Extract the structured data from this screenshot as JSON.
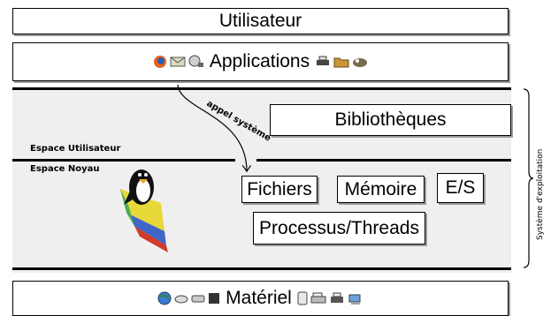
{
  "layers": {
    "user": "Utilisateur",
    "applications": "Applications",
    "libraries": "Bibliothèques",
    "files": "Fichiers",
    "memory": "Mémoire",
    "io": "E/S",
    "processes": "Processus/Threads",
    "hardware": "Matériel"
  },
  "spaces": {
    "user_space": "Espace Utilisateur",
    "kernel_space": "Espace Noyau"
  },
  "syscall_label": "appel système",
  "os_label": "Système d'exploitation",
  "icons": {
    "applications_left": [
      "firefox-icon",
      "mail-icon",
      "media-player-icon"
    ],
    "applications_right": [
      "printer-icon",
      "folder-icon",
      "gimp-icon"
    ],
    "hardware_left": [
      "globe-icon",
      "disk-icon",
      "drive-icon",
      "chip-icon"
    ],
    "hardware_right": [
      "harddisk-icon",
      "scanner-icon",
      "printer-icon",
      "network-icon"
    ],
    "kernel_mascot": "tux-penguin-icon"
  }
}
